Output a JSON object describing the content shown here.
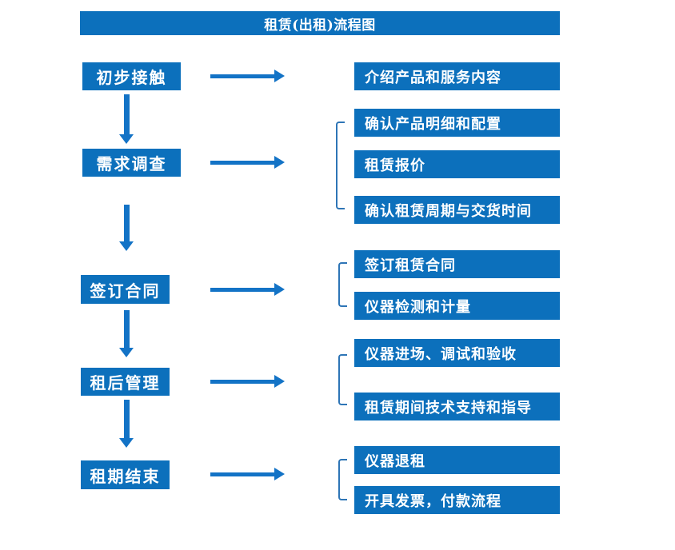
{
  "title": "租赁(出租)流程图",
  "colors": {
    "box_blue": "#0c70bc",
    "arrow_blue": "#1373c6",
    "bracket_blue": "#2e75b6",
    "text_white": "#ffffff",
    "page_bg": "#ffffff"
  },
  "steps": [
    {
      "label": "初步接触",
      "details": [
        "介绍产品和服务内容"
      ]
    },
    {
      "label": "需求调查",
      "details": [
        "确认产品明细和配置",
        "租赁报价",
        "确认租赁周期与交货时间"
      ]
    },
    {
      "label": "签订合同",
      "details": [
        "签订租赁合同",
        "仪器检测和计量"
      ]
    },
    {
      "label": "租后管理",
      "details": [
        "仪器进场、调试和验收",
        "租赁期间技术支持和指导"
      ]
    },
    {
      "label": "租期结束",
      "details": [
        "仪器退租",
        "开具发票，付款流程"
      ]
    }
  ]
}
